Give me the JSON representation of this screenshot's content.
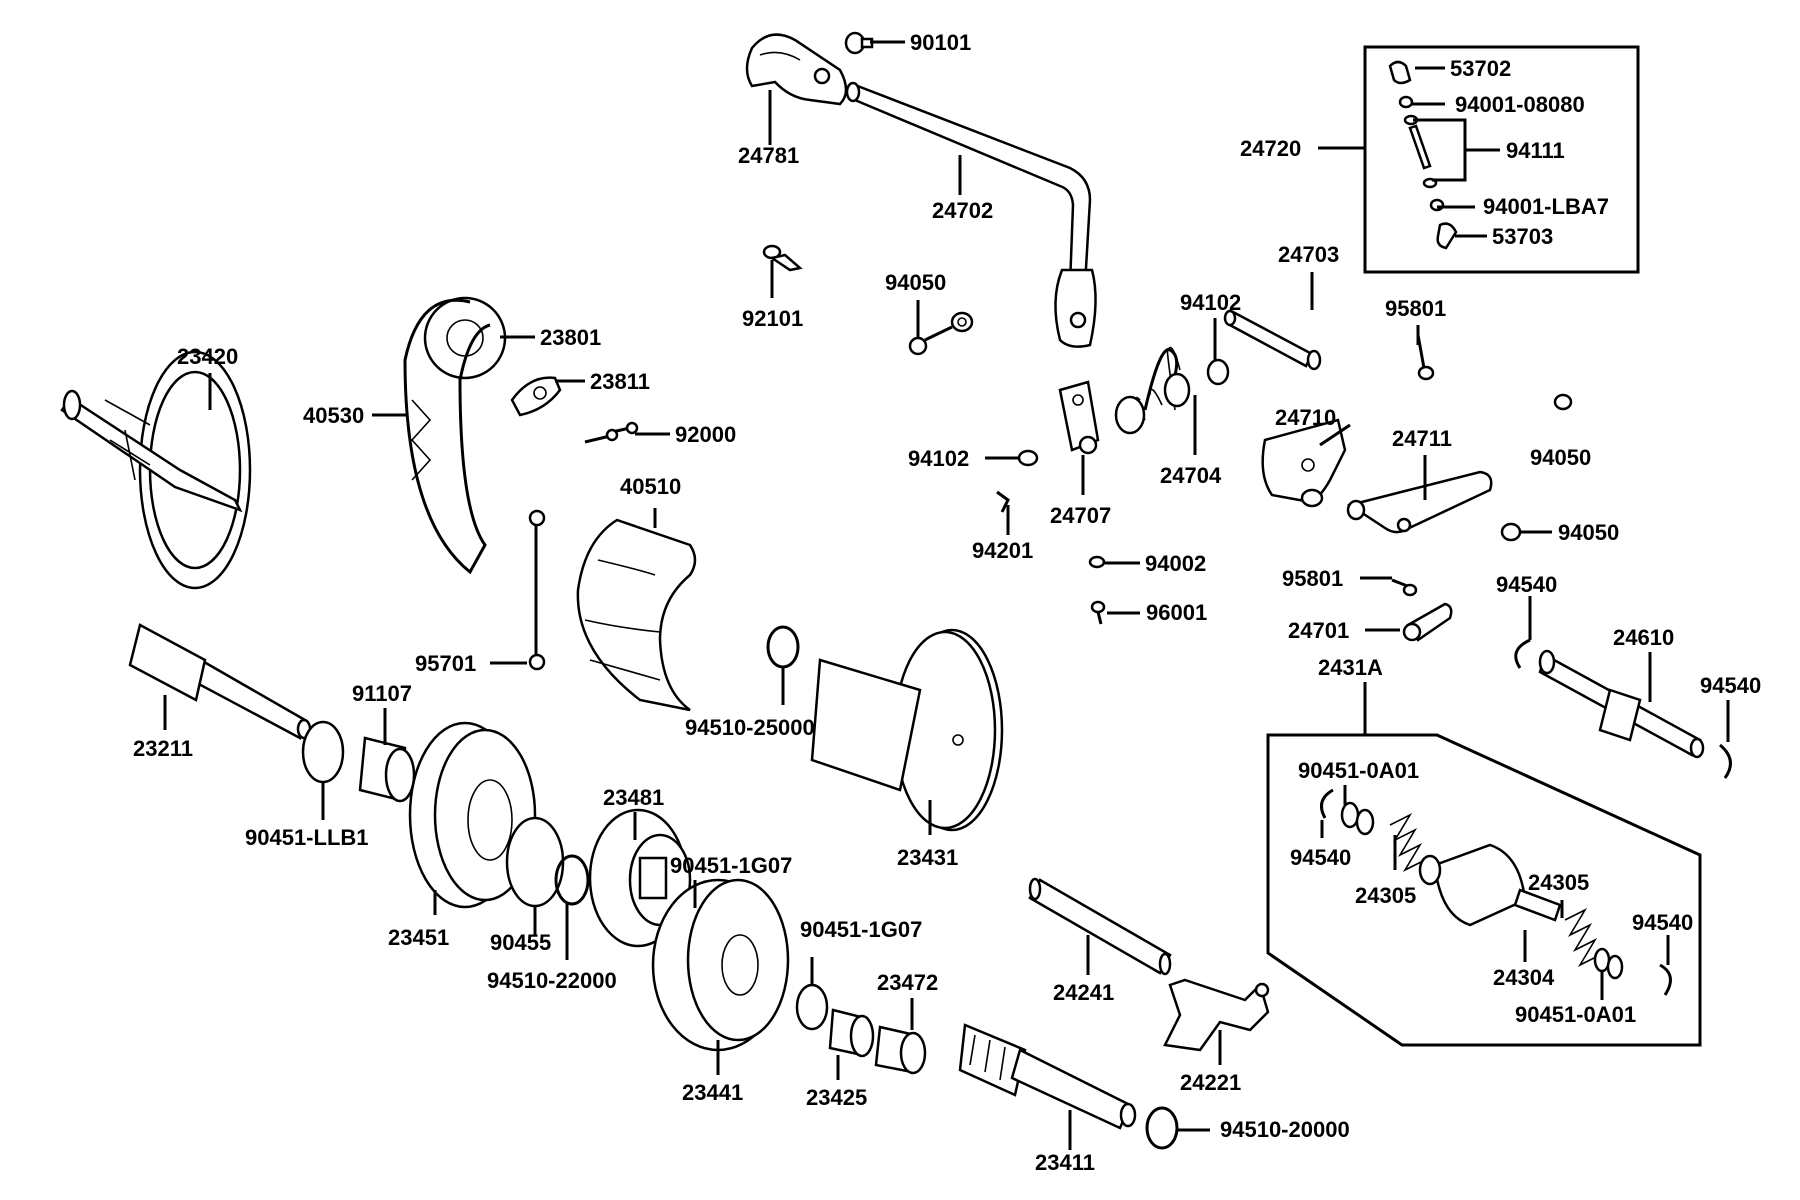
{
  "diagram": {
    "labels": {
      "p90101": "90101",
      "p24781": "24781",
      "p24702": "24702",
      "p53702": "53702",
      "p94001_08080": "94001-08080",
      "p24720": "24720",
      "p94111": "94111",
      "p94001_LBA7": "94001-LBA7",
      "p53703": "53703",
      "p92101": "92101",
      "p94050_a": "94050",
      "p24703": "24703",
      "p94102_a": "94102",
      "p95801_a": "95801",
      "p23420": "23420",
      "p23801": "23801",
      "p23811": "23811",
      "p40530": "40530",
      "p92000": "92000",
      "p24710": "24710",
      "p94050_b": "94050",
      "p24711": "24711",
      "p94102_b": "94102",
      "p24704": "24704",
      "p24707": "24707",
      "p40510": "40510",
      "p94201": "94201",
      "p94050_c": "94050",
      "p94002": "94002",
      "p95801_b": "95801",
      "p94540_a": "94540",
      "p96001": "96001",
      "p24701": "24701",
      "p24610": "24610",
      "p95701": "95701",
      "p91107": "91107",
      "p2431A": "2431A",
      "p94540_b": "94540",
      "p23211": "23211",
      "p94510_25000": "94510-25000",
      "p90451_0A01_a": "90451-0A01",
      "p23481": "23481",
      "p90451_LLB1": "90451-LLB1",
      "p94540_c": "94540",
      "p23431": "23431",
      "p90451_1G07_a": "90451-1G07",
      "p24305_a": "24305",
      "p24305_b": "24305",
      "p94540_d": "94540",
      "p23451": "23451",
      "p90455": "90455",
      "p90451_1G07_b": "90451-1G07",
      "p24304": "24304",
      "p94510_22000": "94510-22000",
      "p23472": "23472",
      "p24241": "24241",
      "p90451_0A01_b": "90451-0A01",
      "p24221": "24221",
      "p23441": "23441",
      "p23425": "23425",
      "p94510_20000": "94510-20000",
      "p23411": "23411"
    }
  }
}
